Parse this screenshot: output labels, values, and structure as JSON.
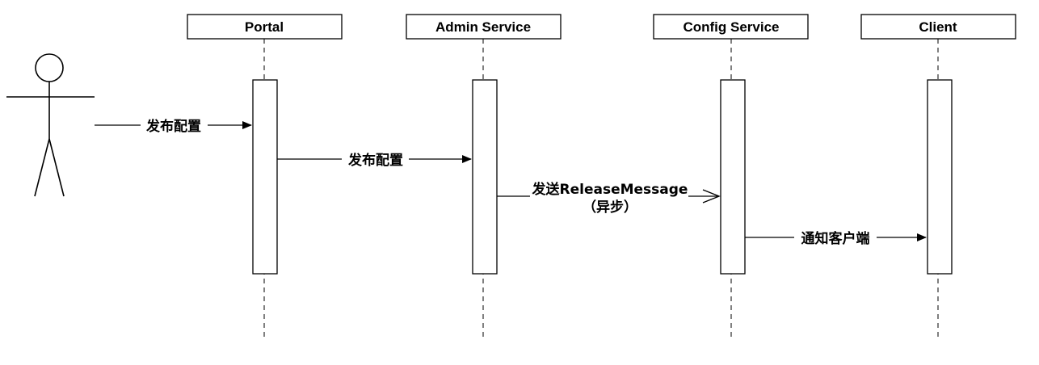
{
  "participants": [
    {
      "id": "portal",
      "label": "Portal"
    },
    {
      "id": "admin",
      "label": "Admin Service"
    },
    {
      "id": "config",
      "label": "Config Service"
    },
    {
      "id": "client",
      "label": "Client"
    }
  ],
  "messages": [
    {
      "from": "actor",
      "to": "portal",
      "label": "发布配置",
      "style": "sync"
    },
    {
      "from": "portal",
      "to": "admin",
      "label": "发布配置",
      "style": "sync"
    },
    {
      "from": "admin",
      "to": "config",
      "label": "发送ReleaseMessage",
      "sublabel": "（异步）",
      "style": "async"
    },
    {
      "from": "config",
      "to": "client",
      "label": "通知客户端",
      "style": "sync"
    }
  ]
}
